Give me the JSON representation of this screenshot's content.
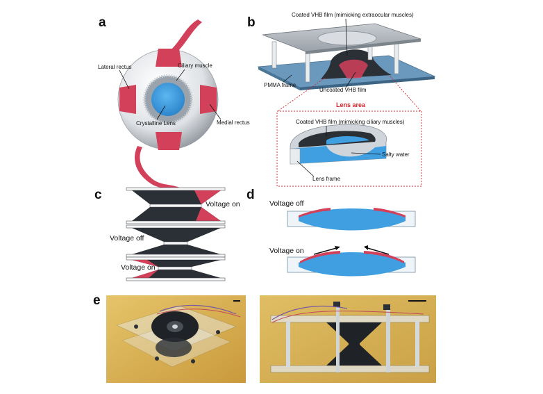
{
  "panels": {
    "a": {
      "letter": "a",
      "labels": {
        "lateral_rectus": "Lateral rectus",
        "ciliary_muscle": "Ciliary muscle",
        "crystalline_lens": "Crystalline Lens",
        "medial_rectus": "Medial rectus"
      }
    },
    "b": {
      "letter": "b",
      "labels": {
        "coated_top": "Coated VHB film (mimicking extraocular muscles)",
        "pmma_frame": "PMMA frame",
        "uncoated": "Uncoated VHB film",
        "lens_area": "Lens area",
        "coated_ciliary": "Coated VHB film (mimicking ciliary muscles)",
        "salty_water": "Salty water",
        "lens_frame": "Lens frame"
      }
    },
    "c": {
      "letter": "c",
      "labels": {
        "voltage_on_1": "Voltage on",
        "voltage_off": "Voltage off",
        "voltage_on_2": "Voltage on"
      }
    },
    "d": {
      "letter": "d",
      "labels": {
        "voltage_off": "Voltage off",
        "voltage_on": "Voltage on"
      }
    },
    "e": {
      "letter": "e"
    }
  },
  "colors": {
    "muscle_red": "#d2405a",
    "lens_blue": "#3f9fe0",
    "film_dark": "#2b2f36",
    "frame_blue": "#5a8fb8",
    "red_dash": "#d2232a",
    "photo_bg": "#d8b45a"
  }
}
